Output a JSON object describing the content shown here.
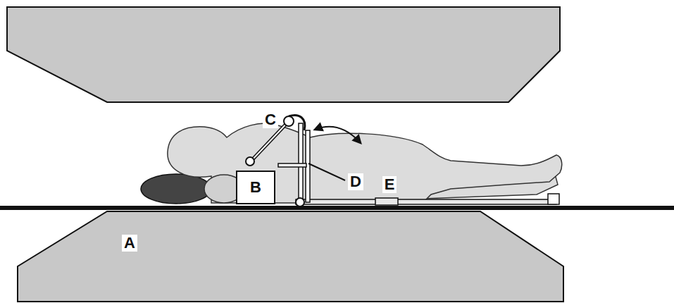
{
  "diagram": {
    "nodes": [
      {
        "text": [
          "B"
        ]
      }
    ],
    "labels": [
      "A",
      "C",
      "D",
      "E"
    ]
  }
}
